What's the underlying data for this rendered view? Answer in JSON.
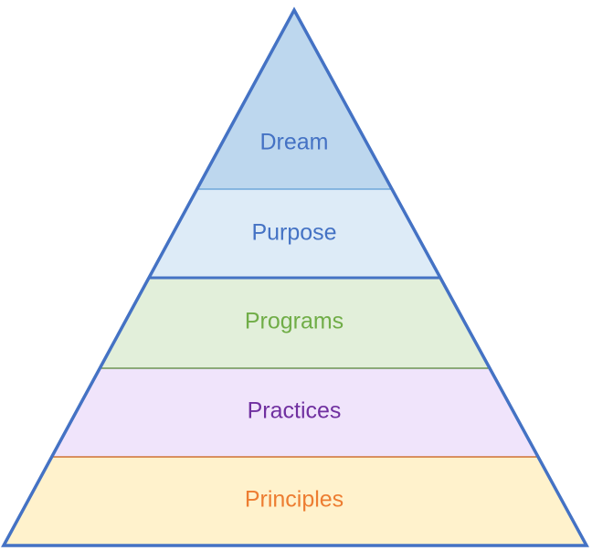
{
  "diagram": {
    "type": "pyramid",
    "outline_color": "#4472C4",
    "layers": [
      {
        "label": "Dream",
        "fill": "#BDD7EE",
        "text_color": "#4472C4",
        "separator_color": "#5B9BD5"
      },
      {
        "label": "Purpose",
        "fill": "#DDEBF7",
        "text_color": "#4472C4",
        "separator_color": "#4472C4"
      },
      {
        "label": "Programs",
        "fill": "#E2EFDA",
        "text_color": "#70AD47",
        "separator_color": "#548235"
      },
      {
        "label": "Practices",
        "fill": "#F0E4FB",
        "text_color": "#7030A0",
        "separator_color": "#C55A11"
      },
      {
        "label": "Principles",
        "fill": "#FFF2CC",
        "text_color": "#ED7D31",
        "separator_color": null
      }
    ]
  }
}
